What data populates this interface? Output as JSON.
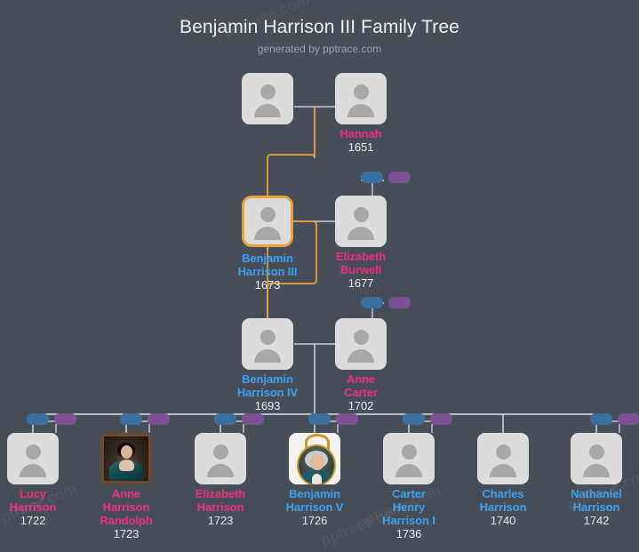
{
  "header": {
    "title": "Benjamin Harrison III Family Tree",
    "subtitle": "generated by pptrace.com"
  },
  "watermark": {
    "text": "pptrace.com"
  },
  "colors": {
    "background": "#474e58",
    "card": "#dcdcdc",
    "male_name": "#3ba0ef",
    "female_name": "#ec2f7f",
    "year": "#e8ebee",
    "highlight": "#e8a33d",
    "wire": "#c9ced5",
    "pill_blue": "#3a6f9f",
    "pill_purple": "#7a5293"
  },
  "generations": [
    {
      "name": "generation-1",
      "people": [
        {
          "name": "",
          "year": "",
          "gender": "unknown",
          "avatar": "person-placeholder-icon",
          "pills": false,
          "focus": false
        },
        {
          "name": "Hannah",
          "year": "1651",
          "gender": "female",
          "avatar": "person-placeholder-icon",
          "pills": false,
          "focus": false
        }
      ]
    },
    {
      "name": "generation-2",
      "people": [
        {
          "name": "Benjamin Harrison III",
          "year": "1673",
          "gender": "male",
          "avatar": "person-placeholder-icon",
          "pills": false,
          "focus": true
        },
        {
          "name": "Elizabeth Burwell",
          "year": "1677",
          "gender": "female",
          "avatar": "person-placeholder-icon",
          "pills": true,
          "focus": false
        }
      ]
    },
    {
      "name": "generation-3",
      "people": [
        {
          "name": "Benjamin Harrison IV",
          "year": "1693",
          "gender": "male",
          "avatar": "person-placeholder-icon",
          "pills": false,
          "focus": false
        },
        {
          "name": "Anne Carter",
          "year": "1702",
          "gender": "female",
          "avatar": "person-placeholder-icon",
          "pills": true,
          "focus": false
        }
      ]
    },
    {
      "name": "generation-4-children",
      "people": [
        {
          "name": "Lucy Harrison",
          "year": "1722",
          "gender": "female",
          "avatar": "person-placeholder-icon",
          "pills": true,
          "focus": false
        },
        {
          "name": "Anne Harrison Randolph",
          "year": "1723",
          "gender": "female",
          "avatar": "portrait-anne-harrison-randolph",
          "pills": true,
          "focus": false
        },
        {
          "name": "Elizabeth Harrison",
          "year": "1723",
          "gender": "female",
          "avatar": "person-placeholder-icon",
          "pills": true,
          "focus": false
        },
        {
          "name": "Benjamin Harrison V",
          "year": "1726",
          "gender": "male",
          "avatar": "portrait-benjamin-harrison-v",
          "pills": true,
          "focus": false
        },
        {
          "name": "Carter Henry Harrison I",
          "year": "1736",
          "gender": "male",
          "avatar": "person-placeholder-icon",
          "pills": true,
          "focus": false
        },
        {
          "name": "Charles Harrison",
          "year": "1740",
          "gender": "male",
          "avatar": "person-placeholder-icon",
          "pills": false,
          "focus": false
        },
        {
          "name": "Nathaniel Harrison",
          "year": "1742",
          "gender": "male",
          "avatar": "person-placeholder-icon",
          "pills": true,
          "focus": false
        }
      ]
    }
  ]
}
